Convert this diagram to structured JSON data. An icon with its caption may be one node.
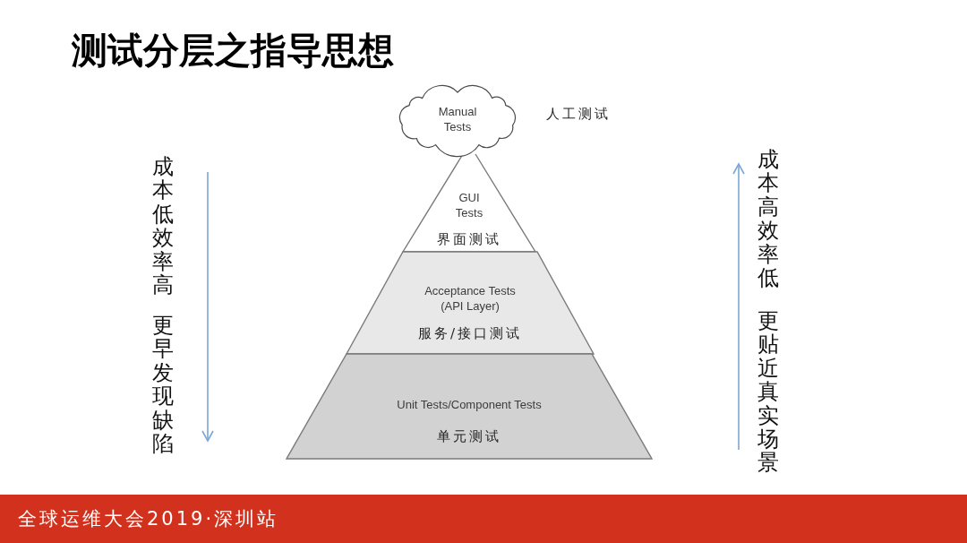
{
  "diagram": {
    "title": "测试分层之指导思想",
    "nodes": [
      {
        "text": [
          "Manual Tests"
        ],
        "beside": [
          "人工测试"
        ]
      },
      {
        "text": [
          "GUI Tests",
          "界面测试"
        ]
      },
      {
        "text": [
          "Acceptance Tests (API Layer)",
          "服务/接口测试"
        ]
      },
      {
        "text": [
          "Unit Tests/Component Tests",
          "单元测试"
        ]
      }
    ],
    "labels": [
      "成本低效率高",
      "更早发现缺陷",
      "成本高效率低",
      "更贴近真实场景",
      "全球运维大会2019·深圳站"
    ]
  }
}
